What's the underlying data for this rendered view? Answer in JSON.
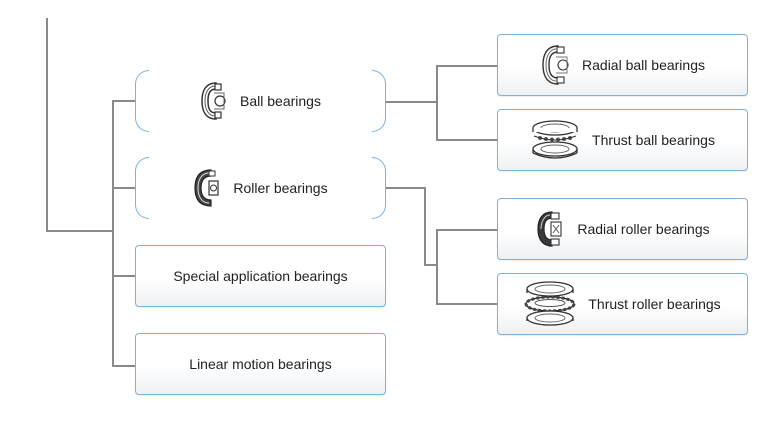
{
  "diagram": {
    "title": "",
    "categories": [
      {
        "id": "ball",
        "label": "Ball bearings",
        "icon": "radial-bearing-icon",
        "children": [
          {
            "label": "Radial ball bearings",
            "icon": "radial-ball-bearing-icon"
          },
          {
            "label": "Thrust ball bearings",
            "icon": "thrust-ball-bearing-icon"
          }
        ]
      },
      {
        "id": "roller",
        "label": "Roller bearings",
        "icon": "roller-bearing-icon",
        "children": [
          {
            "label": "Radial roller bearings",
            "icon": "radial-roller-bearing-icon"
          },
          {
            "label": "Thrust roller bearings",
            "icon": "thrust-roller-bearing-icon"
          }
        ]
      },
      {
        "id": "special",
        "label": "Special application bearings"
      },
      {
        "id": "linear",
        "label": "Linear motion bearings"
      }
    ]
  },
  "colors": {
    "connector": "#8a8a8a",
    "box_border": "#7fb2d9",
    "text": "#222222"
  }
}
